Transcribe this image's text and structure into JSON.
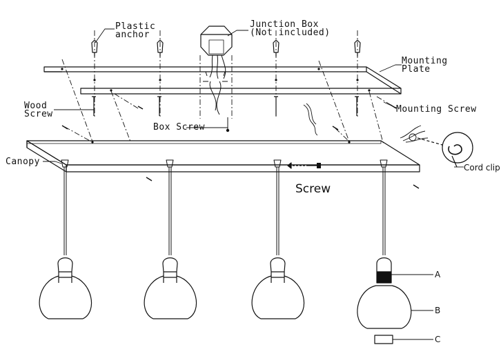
{
  "labels": {
    "plastic_anchor": "Plastic\nanchor",
    "junction_box": "Junction Box\n(Not included)",
    "mounting_plate": "Mounting\nPlate",
    "wood_screw": "Wood\nScrew",
    "mounting_screw": "Mounting Screw",
    "box_screw": "Box Screw",
    "canopy": "Canopy",
    "screw": "Screw",
    "cord_clip": "Cord clip",
    "a": "A",
    "b": "B",
    "c": "C"
  }
}
